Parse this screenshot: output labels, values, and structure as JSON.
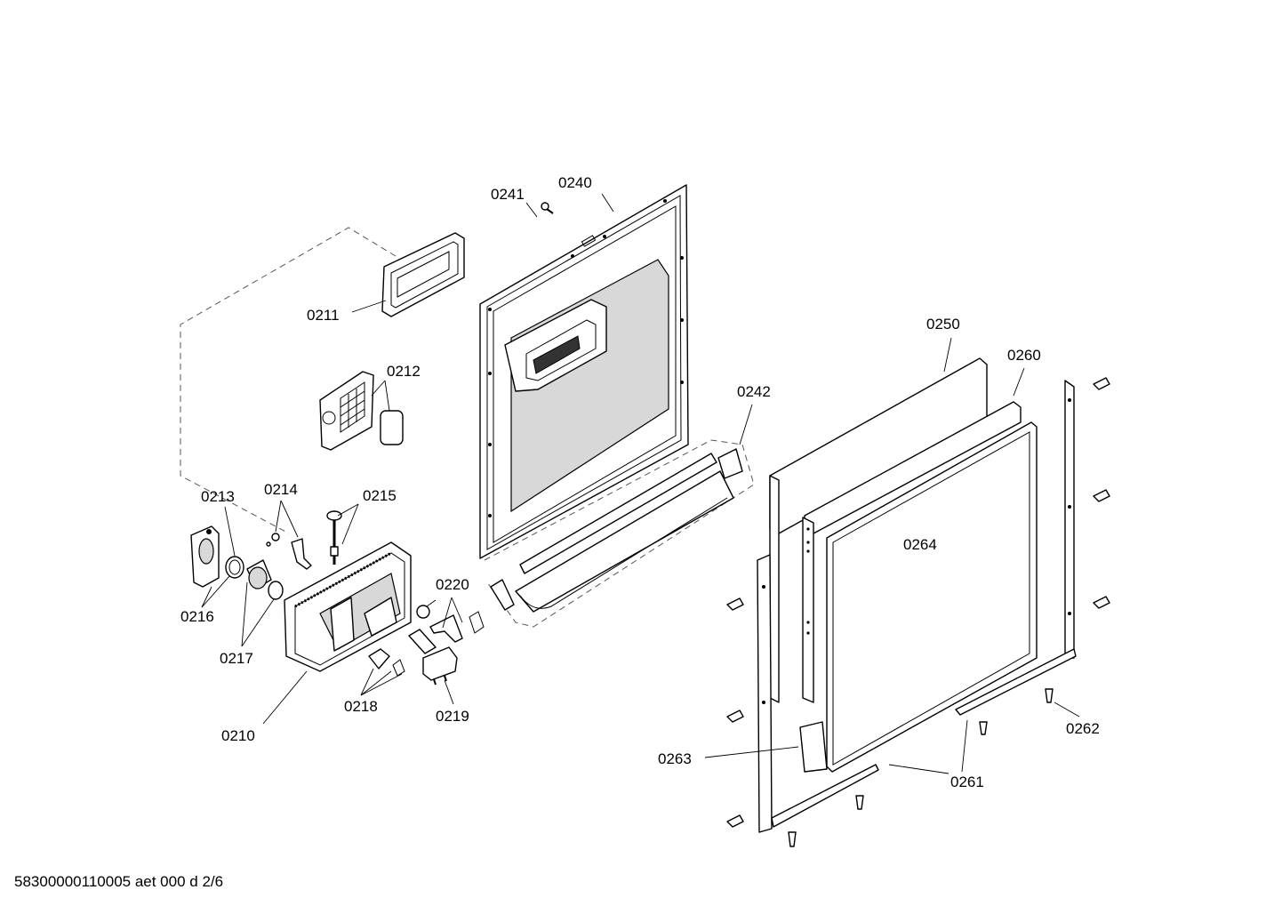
{
  "drawing": {
    "footer": "58300000110005 aet 000 d 2/6",
    "parts": {
      "p0210": "0210",
      "p0211": "0211",
      "p0212": "0212",
      "p0213": "0213",
      "p0214": "0214",
      "p0215": "0215",
      "p0216": "0216",
      "p0217": "0217",
      "p0218": "0218",
      "p0219": "0219",
      "p0220": "0220",
      "p0240": "0240",
      "p0241": "0241",
      "p0242": "0242",
      "p0250": "0250",
      "p0260": "0260",
      "p0261": "0261",
      "p0262": "0262",
      "p0263": "0263",
      "p0264": "0264"
    }
  }
}
